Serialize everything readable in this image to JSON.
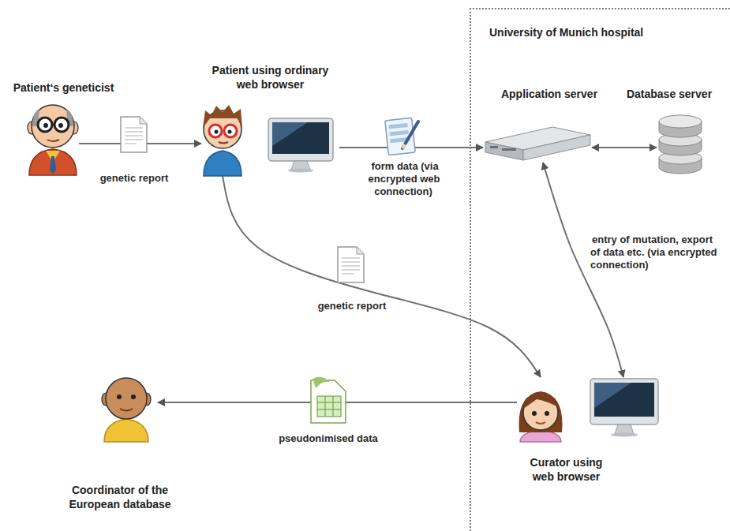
{
  "diagram": {
    "nodes": [
      {
        "text": [
          "Patient‘s geneticist"
        ]
      },
      {
        "text": [
          "Patient using ordinary web browser"
        ]
      },
      {
        "text": [
          "University of Munich hospital"
        ]
      },
      {
        "text": [
          "Application server"
        ],
        "in": 2
      },
      {
        "text": [
          "Database server"
        ],
        "in": 2
      },
      {
        "text": [
          "Curator using web browser"
        ],
        "in": 2
      },
      {
        "text": [
          "Coordinator of the European database"
        ]
      }
    ],
    "edges": [
      {
        "from": 0,
        "to": 1,
        "arrow": "to",
        "label": "genetic report"
      },
      {
        "from": 1,
        "to": 3,
        "arrow": "to",
        "label": "form data (via encrypted web connection)"
      },
      {
        "from": 3,
        "to": 4,
        "arrow": "both"
      },
      {
        "from": 1,
        "to": 5,
        "arrow": "to",
        "label": "genetic report"
      },
      {
        "from": 5,
        "to": 3,
        "arrow": "both",
        "label": "entry of mutation, export of data etc. (via encrypted connection)"
      },
      {
        "from": 5,
        "to": 6,
        "arrow": "to",
        "label": "pseudonimised data"
      }
    ]
  }
}
